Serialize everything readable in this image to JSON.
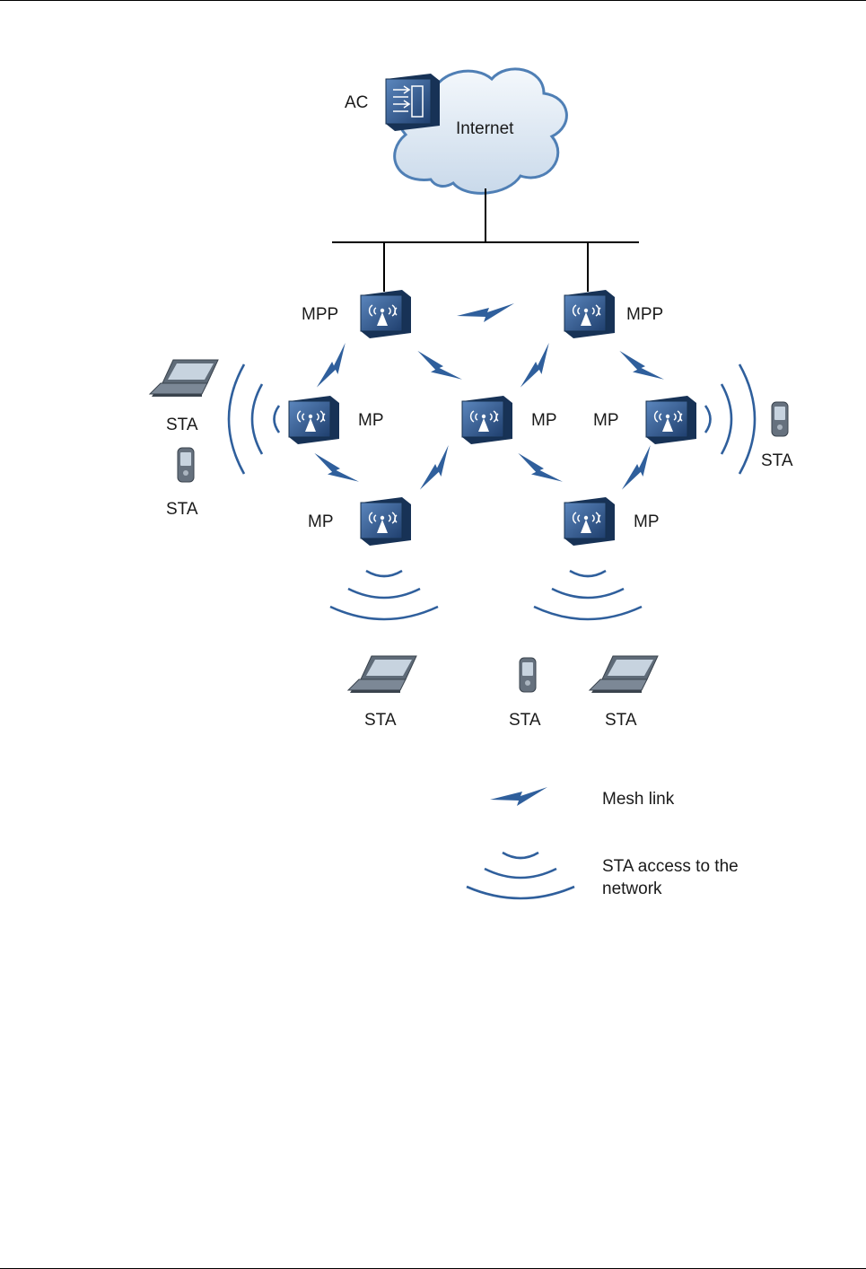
{
  "diagram": {
    "internet_label": "Internet",
    "ac_label": "AC",
    "mpp_left_label": "MPP",
    "mpp_right_label": "MPP",
    "mp_left_label": "MP",
    "mp_center_label": "MP",
    "mp_right_label": "MP",
    "mp_bottom_left_label": "MP",
    "mp_bottom_right_label": "MP",
    "sta_laptop_left_label": "STA",
    "sta_phone_left_label": "STA",
    "sta_phone_right_label": "STA",
    "sta_laptop_bottom_label": "STA",
    "sta_phone_bottom_label": "STA",
    "sta_laptop_bottom_right_label": "STA"
  },
  "legend": {
    "mesh_link": "Mesh link",
    "sta_access_line1": "STA access to the",
    "sta_access_line2": "network"
  },
  "colors": {
    "device_blue": "#2e5a8e",
    "link_blue": "#2f5f9c",
    "cloud_fill": "#dce7f2",
    "cloud_stroke": "#4f7fb5"
  }
}
